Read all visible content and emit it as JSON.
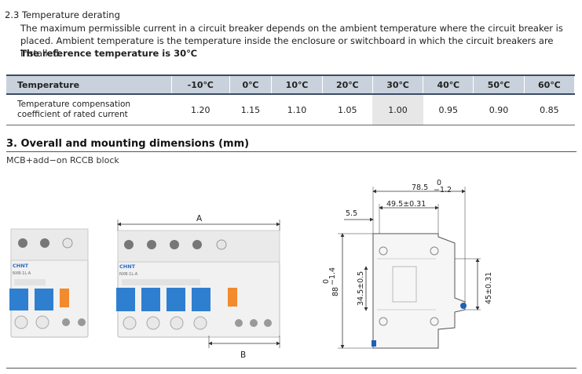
{
  "section_2_3": {
    "heading": "2.3 Temperature derating",
    "line1": "The maximum permissible current in a circuit breaker depends on the ambient temperature where the circuit breaker is",
    "line2": "placed. Ambient temperature is the temperature inside the enclosure or switchboard in which the circuit breakers are installed.",
    "reference": "The reference temperature is 30℃"
  },
  "table": {
    "header_label": "Temperature",
    "temperatures": [
      "-10℃",
      "0℃",
      "10℃",
      "20℃",
      "30℃",
      "40℃",
      "50℃",
      "60℃"
    ],
    "row_label_line1": "Temperature compensation",
    "row_label_line2": "coefficient of rated current",
    "coefficients": [
      "1.20",
      "1.15",
      "1.10",
      "1.05",
      "1.00",
      "0.95",
      "0.90",
      "0.85"
    ],
    "highlight_color": "#e7e7e7",
    "header_color": "#c9d2dc"
  },
  "section_3": {
    "heading": "3. Overall and mounting dimensions (mm)",
    "subtitle": "MCB+add−on  RCCB  block"
  },
  "photo": {
    "label_a": "A",
    "label_b": "B",
    "brand": "CHNT",
    "model_small": "NXB·1L·A",
    "model_large": "NXB·1L·A",
    "handle_color": "#2f7fd0",
    "test_button_color": "#f28a2e"
  },
  "drawing": {
    "dim_total_width": "78.5",
    "dim_total_width_tol_upper": "0",
    "dim_total_width_tol_lower": "−1.2",
    "dim_half_width": "49.5±0.31",
    "dim_front": "5.5",
    "dim_height": "88",
    "dim_height_tol_upper": "0",
    "dim_height_tol_lower": "−1.4",
    "dim_rail": "34.5±0.5",
    "dim_terminal": "45±0.31"
  }
}
